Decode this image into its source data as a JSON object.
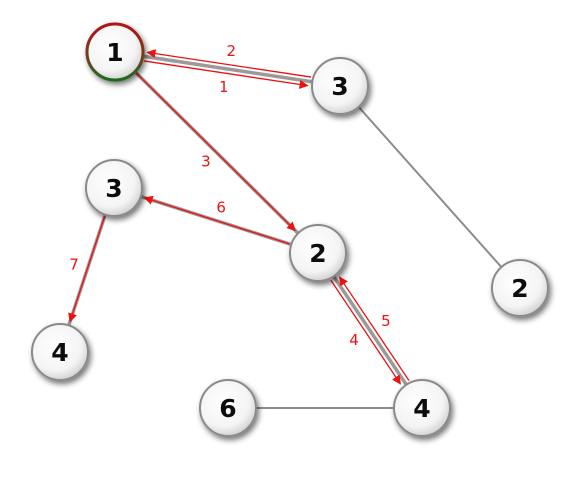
{
  "graph": {
    "colors": {
      "background": "#ffffff",
      "edge": "#9a9a9a",
      "arrow": "#ee1111",
      "node_fill": "#ffffff",
      "node_border": "#8a8a8a",
      "start_ring_top": "#b31212",
      "start_ring_bottom": "#1c6b1c"
    },
    "nodes": [
      {
        "id": "n1",
        "label": "1",
        "start": true
      },
      {
        "id": "n3a",
        "label": "3"
      },
      {
        "id": "n2r",
        "label": "2"
      },
      {
        "id": "n3b",
        "label": "3"
      },
      {
        "id": "n2c",
        "label": "2"
      },
      {
        "id": "n4l",
        "label": "4"
      },
      {
        "id": "n4b",
        "label": "4"
      },
      {
        "id": "n6",
        "label": "6"
      }
    ],
    "edges": [
      {
        "from": "n1",
        "to": "n3a"
      },
      {
        "from": "n1",
        "to": "n2c"
      },
      {
        "from": "n3a",
        "to": "n2r"
      },
      {
        "from": "n2c",
        "to": "n3b"
      },
      {
        "from": "n3b",
        "to": "n4l"
      },
      {
        "from": "n2c",
        "to": "n4b"
      },
      {
        "from": "n6",
        "to": "n4b"
      }
    ],
    "traversal_steps": [
      {
        "step": "1",
        "from": "n1",
        "to": "n3a"
      },
      {
        "step": "2",
        "from": "n3a",
        "to": "n1"
      },
      {
        "step": "3",
        "from": "n1",
        "to": "n2c"
      },
      {
        "step": "4",
        "from": "n2c",
        "to": "n4b"
      },
      {
        "step": "5",
        "from": "n4b",
        "to": "n2c"
      },
      {
        "step": "6",
        "from": "n2c",
        "to": "n3b"
      },
      {
        "step": "7",
        "from": "n3b",
        "to": "n4l"
      }
    ]
  }
}
